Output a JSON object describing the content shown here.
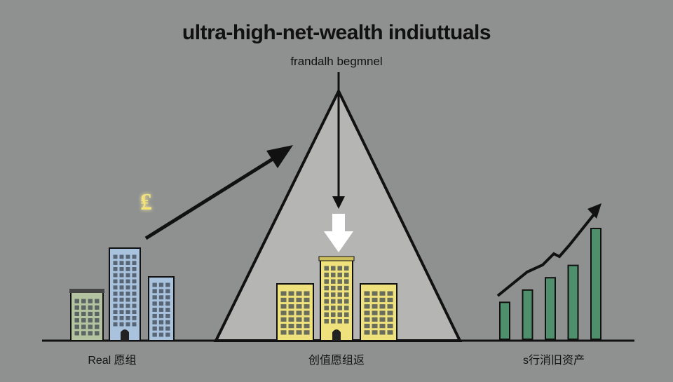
{
  "title": "ultra-high-net-wealth indiuttuals",
  "subtitle": "frandalh begmnel",
  "captions": {
    "left": "Real 愿组",
    "center": "创值愿组返",
    "right": "s行消旧资产"
  },
  "currency_symbol": "₤",
  "colors": {
    "background": "#8f9190",
    "blue_building": "#a9c3de",
    "yellow_building": "#efe27c",
    "green_building": "#b4c3a0",
    "green_bar": "#4f8f6b",
    "line": "#111111"
  },
  "icons": [
    "pyramid-shape",
    "rising-arrow-icon",
    "down-arrow-icon",
    "bar-growth-icon"
  ],
  "bars": {
    "values": [
      3,
      4,
      5,
      6,
      9
    ]
  }
}
